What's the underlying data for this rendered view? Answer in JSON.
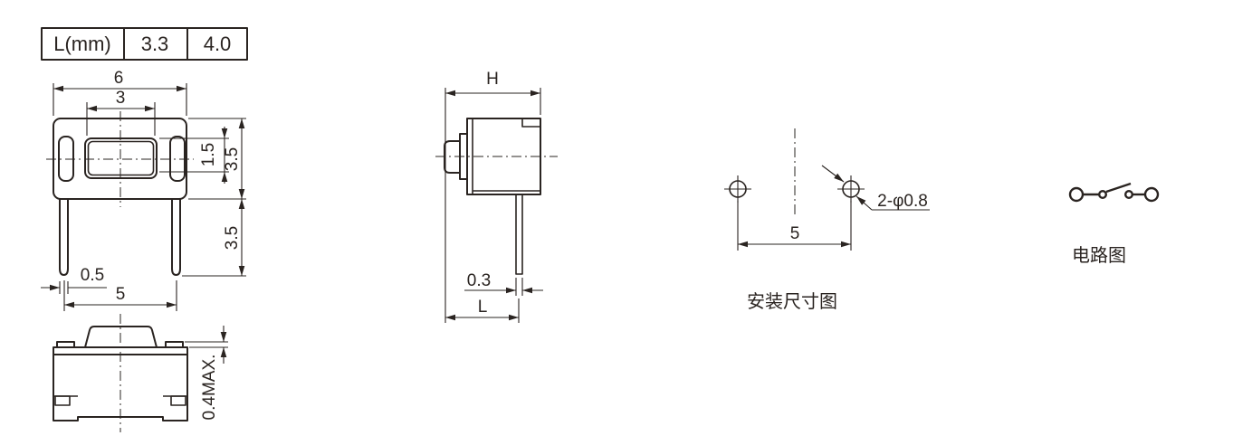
{
  "drawing": {
    "background": "#ffffff",
    "line_color": "#2a2421",
    "type": "tact-switch-dimension-drawing"
  },
  "spec_table": {
    "label": "L(mm)",
    "value_1": "3.3",
    "value_2": "4.0"
  },
  "front_view": {
    "dim_body_width": "6",
    "dim_button_width": "3",
    "dim_button_height": "1.5",
    "dim_body_height": "3.5",
    "dim_leg_length": "3.5",
    "dim_leg_width": "0.5",
    "dim_leg_pitch": "5"
  },
  "bottom_view": {
    "dim_bump_height": "0.4MAX."
  },
  "side_view": {
    "dim_body_height": "H",
    "dim_leg_thickness": "0.3",
    "dim_leg_length": "L"
  },
  "mounting_view": {
    "dim_hole_pitch": "5",
    "dim_hole_spec": "2-φ0.8",
    "caption": "安装尺寸图"
  },
  "circuit_view": {
    "caption": "电路图"
  }
}
